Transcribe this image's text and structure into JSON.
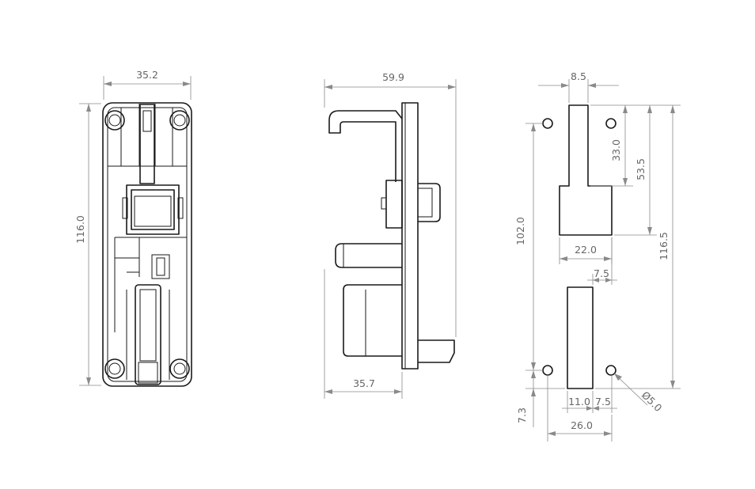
{
  "colors": {
    "outline": "#1a1a1a",
    "dimension": "#8a8a8a",
    "dimension_text": "#666666",
    "background": "#ffffff"
  },
  "front_view": {
    "width_label": "35.2",
    "height_label": "116.0"
  },
  "side_view": {
    "depth_label": "59.9",
    "lower_depth_label": "35.7"
  },
  "cutout": {
    "slot_width_label": "8.5",
    "slot_height_label": "33.0",
    "upper_height_label": "53.5",
    "overall_height_label": "116.5",
    "hole_spacing_label": "102.0",
    "upper_width_label": "22.0",
    "lower_slot_label": "7.5",
    "bottom_offset_label": "11.0",
    "bottom_slot_label": "7.5",
    "hole_dia_label": "Ø5.0",
    "hole_offset_label": "7.3",
    "overall_width_label": "26.0"
  }
}
